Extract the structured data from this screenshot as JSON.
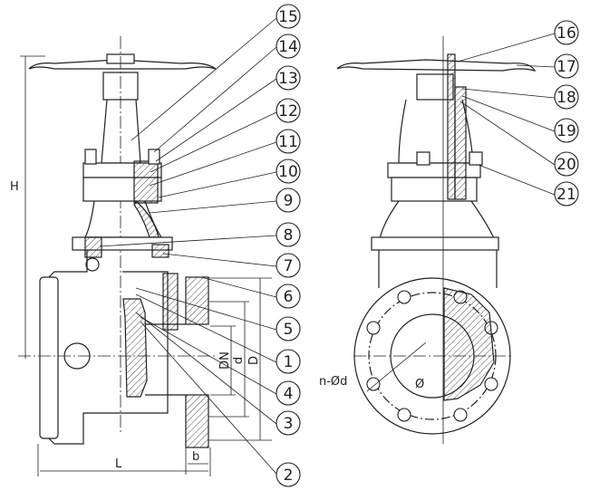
{
  "callouts_left": [
    "15",
    "14",
    "13",
    "12",
    "11",
    "10",
    "9",
    "8",
    "7",
    "6",
    "5",
    "1",
    "4",
    "3",
    "2"
  ],
  "callouts_right": [
    "16",
    "17",
    "18",
    "19",
    "20",
    "21"
  ],
  "dimensions": {
    "height": "H",
    "length": "L",
    "flange_thickness": "b",
    "nominal_diameter": "DN",
    "raised_face": "d",
    "flange_diameter": "D",
    "bolt_holes": "n-Ød",
    "pcd": "Ø"
  }
}
